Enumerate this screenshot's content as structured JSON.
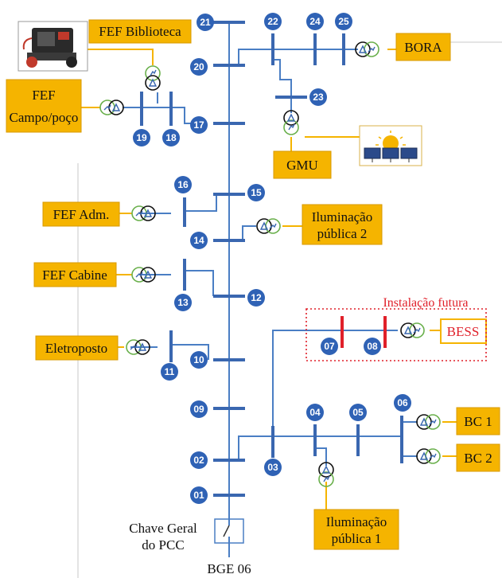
{
  "colors": {
    "bus": "#3a67b0",
    "line": "#4a7ec4",
    "node": "#2f62b5",
    "box": "#f5b400",
    "future": "#e0202a",
    "transformer_green": "#6ab04c"
  },
  "buses": [
    "01",
    "02",
    "03",
    "04",
    "05",
    "06",
    "07",
    "08",
    "09",
    "10",
    "11",
    "12",
    "13",
    "14",
    "15",
    "16",
    "17",
    "18",
    "19",
    "20",
    "21",
    "22",
    "23",
    "24",
    "25"
  ],
  "labels": {
    "fef_biblioteca": "FEF Biblioteca",
    "bora": "BORA",
    "fef_campo_1": "FEF",
    "fef_campo_2": "Campo/poço",
    "gmu": "GMU",
    "fef_adm": "FEF Adm.",
    "iluminacao2_1": "Iluminação",
    "iluminacao2_2": "pública 2",
    "fef_cabine": "FEF Cabine",
    "instalacao_futura": "Instalação futura",
    "bess": "BESS",
    "eletroposto": "Eletroposto",
    "bc1": "BC 1",
    "bc2": "BC 2",
    "iluminacao1_1": "Iluminação",
    "iluminacao1_2": "pública 1",
    "chave_1": "Chave Geral",
    "chave_2": "do PCC",
    "bge": "BGE 06"
  },
  "icons": {
    "generator": "generator-icon",
    "solar": "solar-panel-icon",
    "transformer": "transformer-icon",
    "switch": "switch-icon"
  }
}
